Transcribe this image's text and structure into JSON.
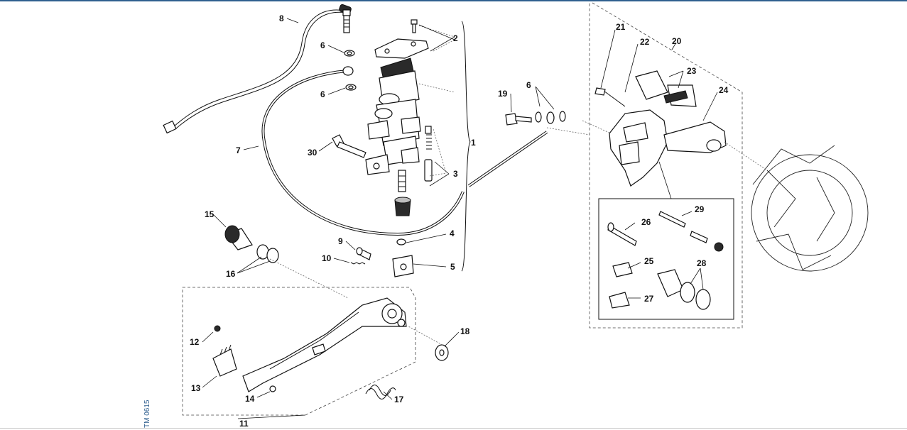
{
  "diagram": {
    "callouts": [
      "1",
      "2",
      "3",
      "4",
      "5",
      "6",
      "6",
      "6",
      "7",
      "8",
      "9",
      "10",
      "11",
      "12",
      "13",
      "14",
      "15",
      "16",
      "17",
      "18",
      "19",
      "20",
      "21",
      "22",
      "23",
      "24",
      "25",
      "26",
      "27",
      "28",
      "29",
      "30"
    ],
    "code": "TM 0615"
  }
}
